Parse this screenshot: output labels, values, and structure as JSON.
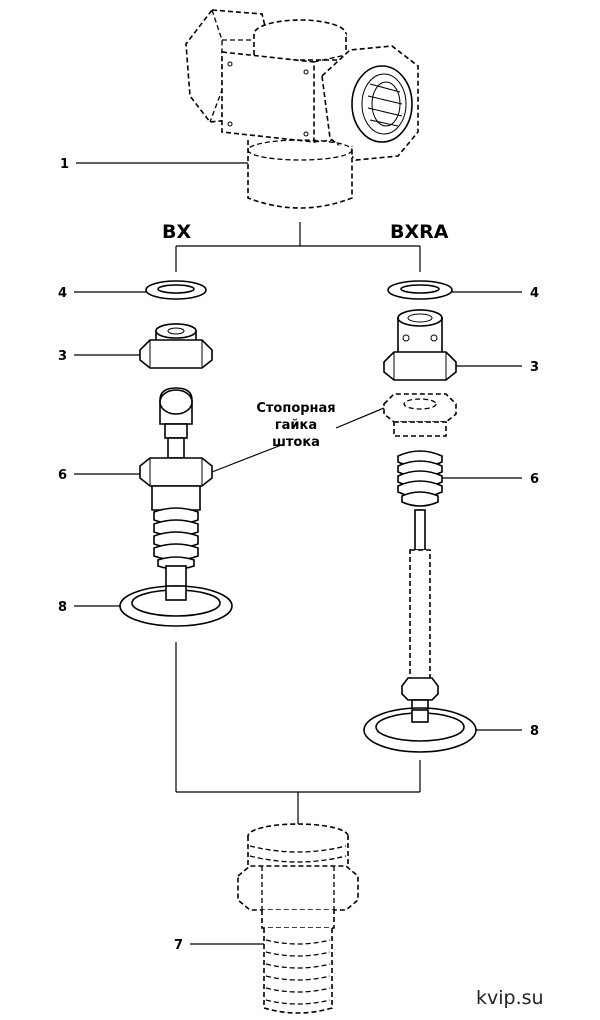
{
  "titles": {
    "left": "BX",
    "right": "BXRA"
  },
  "callouts": {
    "body": "1",
    "gasket_left": "4",
    "gasket_right": "4",
    "nut_left": "3",
    "nut_right": "3",
    "spring_left": "6",
    "spring_right": "6",
    "disc_left": "8",
    "disc_right": "8",
    "nozzle": "7"
  },
  "note": {
    "line1": "Стопорная",
    "line2": "гайка",
    "line3": "штока"
  },
  "watermark": "kvip.su"
}
